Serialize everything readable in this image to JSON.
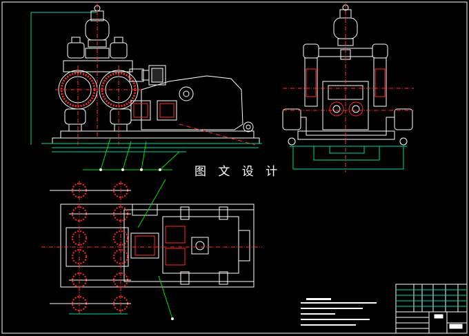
{
  "drawing": {
    "watermark_text": "图 文 设 计",
    "colors": {
      "background": "#000000",
      "outline": "#ffffff",
      "hatch": "#ff2a2a",
      "centerline": "#ff3030",
      "dimension": "#00d8a0",
      "leader": "#00e000",
      "frame": "#ffffff"
    },
    "views": [
      "front-elevation-view",
      "side-elevation-view",
      "plan-view"
    ],
    "title_block": "title-block"
  }
}
